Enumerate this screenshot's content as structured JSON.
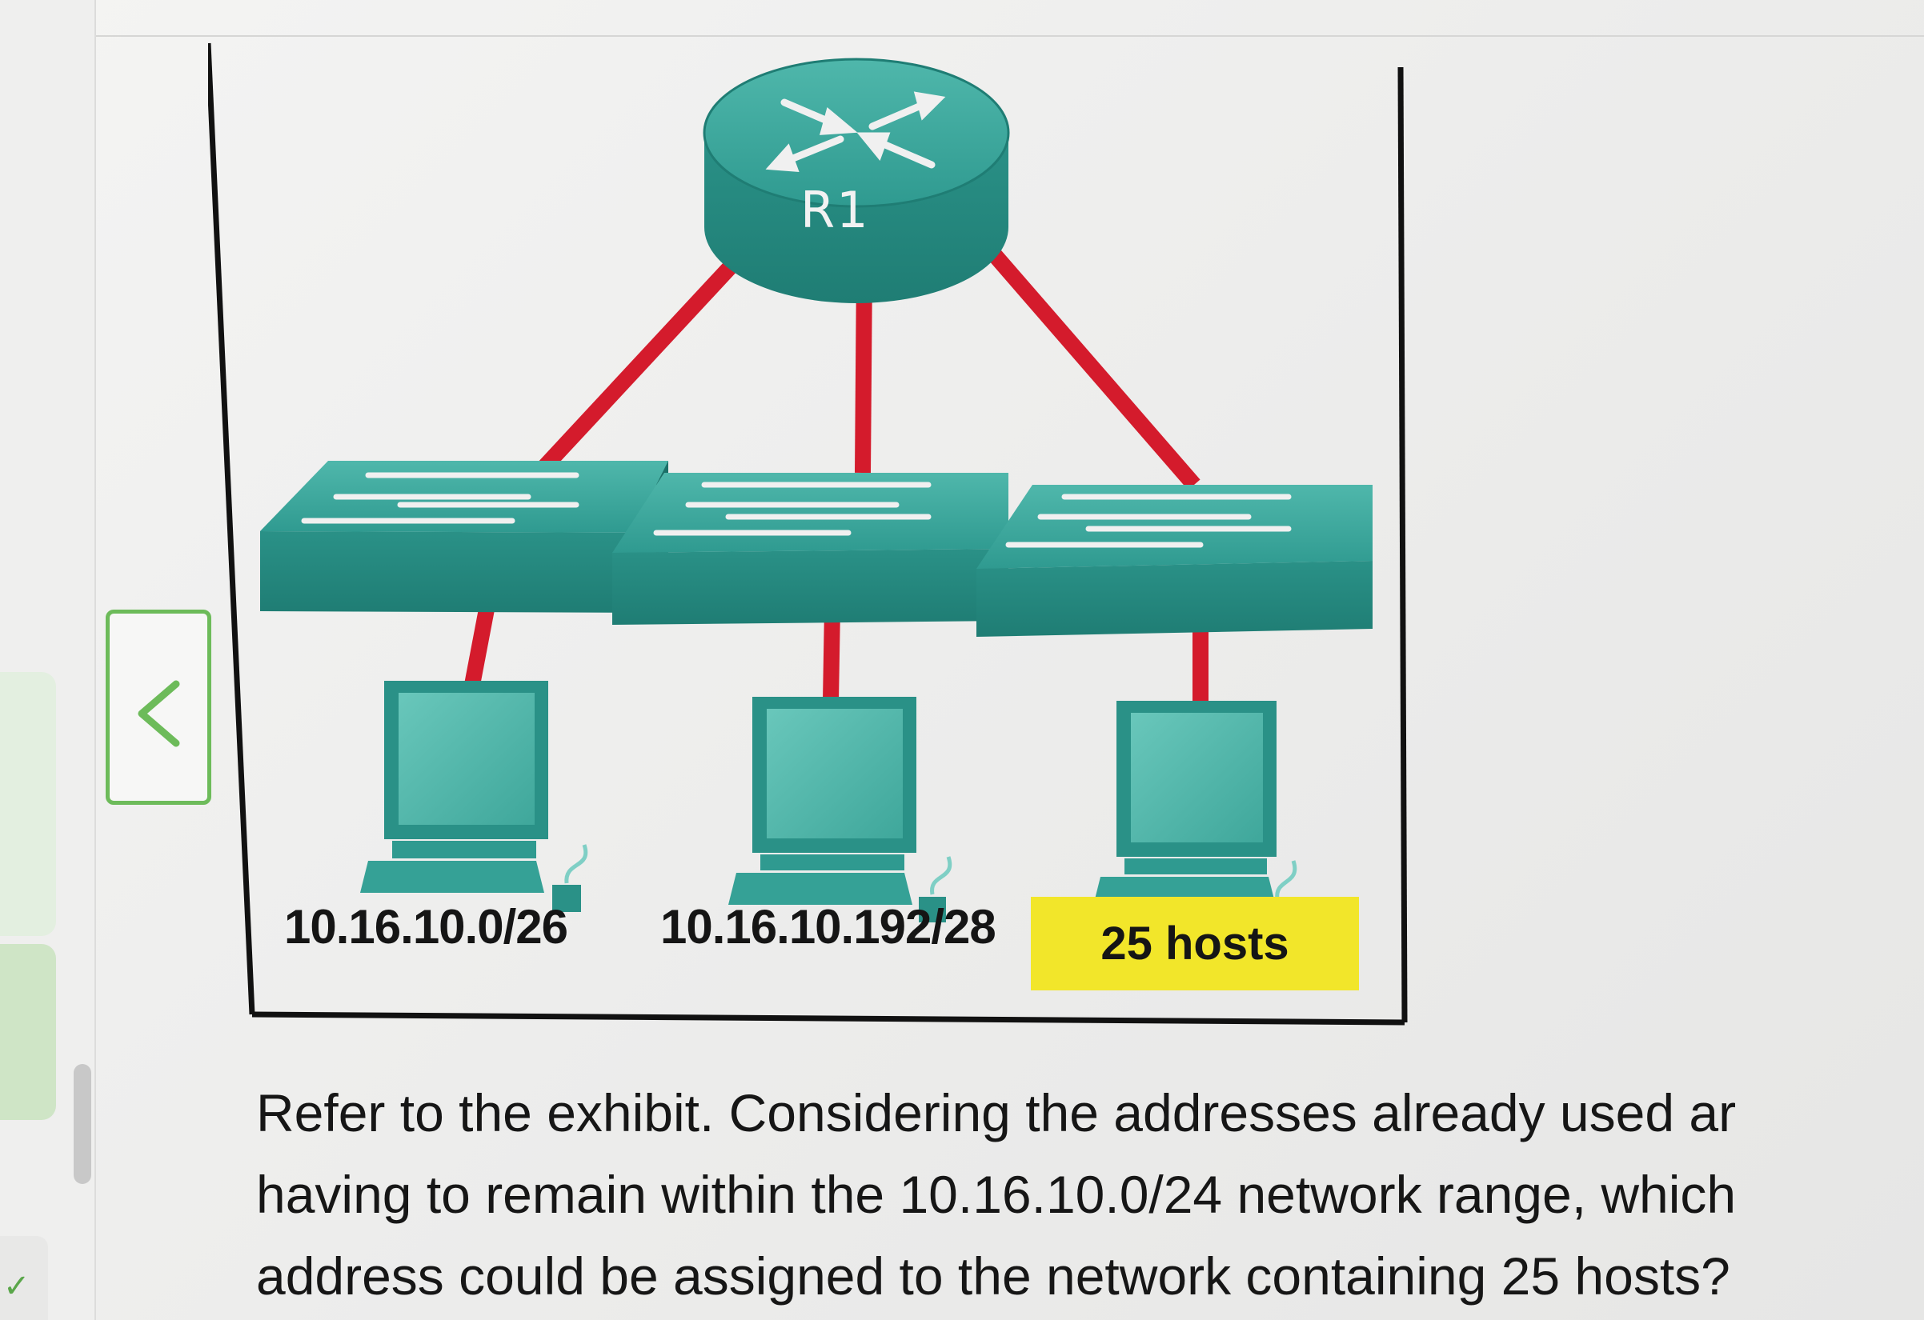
{
  "navigation": {
    "back_icon": "chevron-left-icon"
  },
  "exhibit": {
    "router_label": "R1",
    "subnet_labels": [
      "10.16.10.0/26",
      "10.16.10.192/28"
    ],
    "highlight_label": "25 hosts",
    "colors": {
      "device": "#2f9a90",
      "link": "#d41b2c",
      "highlight": "#f2e62a"
    }
  },
  "question": {
    "lines": [
      "Refer to the exhibit. Considering the addresses already used ar",
      "having to remain within the 10.16.10.0/24 network range, which",
      "address could be assigned to the network containing 25 hosts?"
    ]
  }
}
